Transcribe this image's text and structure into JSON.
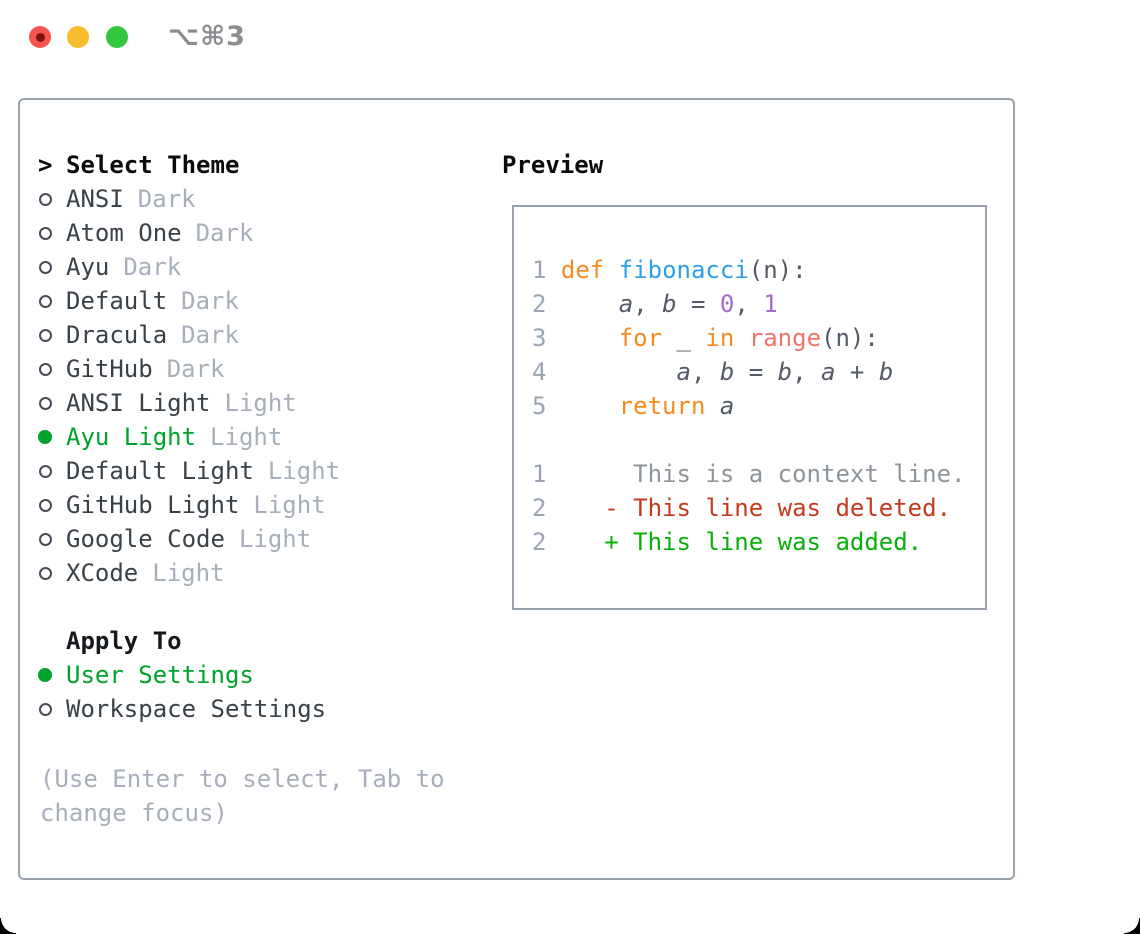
{
  "titlebar": {
    "title": "⌥⌘3"
  },
  "theme_panel": {
    "prompt": ">",
    "title": "Select Theme",
    "themes": [
      {
        "name": "ANSI",
        "tag": "Dark",
        "selected": false
      },
      {
        "name": "Atom One",
        "tag": "Dark",
        "selected": false
      },
      {
        "name": "Ayu",
        "tag": "Dark",
        "selected": false
      },
      {
        "name": "Default",
        "tag": "Dark",
        "selected": false
      },
      {
        "name": "Dracula",
        "tag": "Dark",
        "selected": false
      },
      {
        "name": "GitHub",
        "tag": "Dark",
        "selected": false
      },
      {
        "name": "ANSI Light",
        "tag": "Light",
        "selected": false
      },
      {
        "name": "Ayu Light",
        "tag": "Light",
        "selected": true
      },
      {
        "name": "Default Light",
        "tag": "Light",
        "selected": false
      },
      {
        "name": "GitHub Light",
        "tag": "Light",
        "selected": false
      },
      {
        "name": "Google Code",
        "tag": "Light",
        "selected": false
      },
      {
        "name": "XCode",
        "tag": "Light",
        "selected": false
      }
    ],
    "apply_label": "Apply To",
    "apply_options": [
      {
        "name": "User Settings",
        "selected": true
      },
      {
        "name": "Workspace Settings",
        "selected": false
      }
    ],
    "hint": "(Use Enter to select, Tab to change focus)"
  },
  "preview": {
    "title": "Preview",
    "lines": [
      {
        "segs": [
          [
            "ln",
            "1 "
          ],
          [
            "kw",
            "def"
          ],
          [
            "pl",
            " "
          ],
          [
            "fn",
            "fibonacci"
          ],
          [
            "pl",
            "(n):"
          ]
        ]
      },
      {
        "segs": [
          [
            "ln",
            "2 "
          ],
          [
            "pl",
            "    "
          ],
          [
            "var",
            "a"
          ],
          [
            "pl",
            ", "
          ],
          [
            "var",
            "b"
          ],
          [
            "pl",
            " = "
          ],
          [
            "num",
            "0"
          ],
          [
            "pl",
            ", "
          ],
          [
            "num",
            "1"
          ]
        ]
      },
      {
        "segs": [
          [
            "ln",
            "3 "
          ],
          [
            "pl",
            "    "
          ],
          [
            "kw",
            "for"
          ],
          [
            "pl",
            " _ "
          ],
          [
            "kw",
            "in"
          ],
          [
            "pl",
            " "
          ],
          [
            "call",
            "range"
          ],
          [
            "pl",
            "(n):"
          ]
        ]
      },
      {
        "segs": [
          [
            "ln",
            "4 "
          ],
          [
            "pl",
            "        "
          ],
          [
            "var",
            "a"
          ],
          [
            "pl",
            ", "
          ],
          [
            "var",
            "b"
          ],
          [
            "pl",
            " = "
          ],
          [
            "var",
            "b"
          ],
          [
            "pl",
            ", "
          ],
          [
            "var",
            "a"
          ],
          [
            "pl",
            " + "
          ],
          [
            "var",
            "b"
          ]
        ]
      },
      {
        "segs": [
          [
            "ln",
            "5 "
          ],
          [
            "pl",
            "    "
          ],
          [
            "kw",
            "return"
          ],
          [
            "pl",
            " "
          ],
          [
            "var",
            "a"
          ]
        ]
      },
      {
        "segs": []
      },
      {
        "segs": [
          [
            "ln",
            "1"
          ],
          [
            "ctx",
            "      This is a context line."
          ]
        ]
      },
      {
        "segs": [
          [
            "ln",
            "2"
          ],
          [
            "del",
            "    - This line was deleted."
          ]
        ]
      },
      {
        "segs": [
          [
            "ln",
            "2"
          ],
          [
            "add",
            "    + This line was added."
          ]
        ]
      }
    ]
  },
  "colors": {
    "accent_green": "#00a32c",
    "text_dark": "#394149",
    "text_muted": "#a7afba",
    "heading": "#0b0b0b",
    "border": "#98a1ac",
    "radio_outline": "#454d58",
    "title_gray": "#8b8b90",
    "close_red": "#f4564d",
    "close_dot": "#7e1410",
    "minimize_yellow": "#f7bd2d",
    "zoom_green": "#33c73e",
    "ln": "#9aa5b1",
    "kw": "#f68c1f",
    "fn": "#2ea0e8",
    "num": "#a56cce",
    "call": "#f2736b",
    "pl": "#545b66",
    "ctx": "#8d949c",
    "del": "#c43a1e",
    "add": "#0ab00a"
  }
}
